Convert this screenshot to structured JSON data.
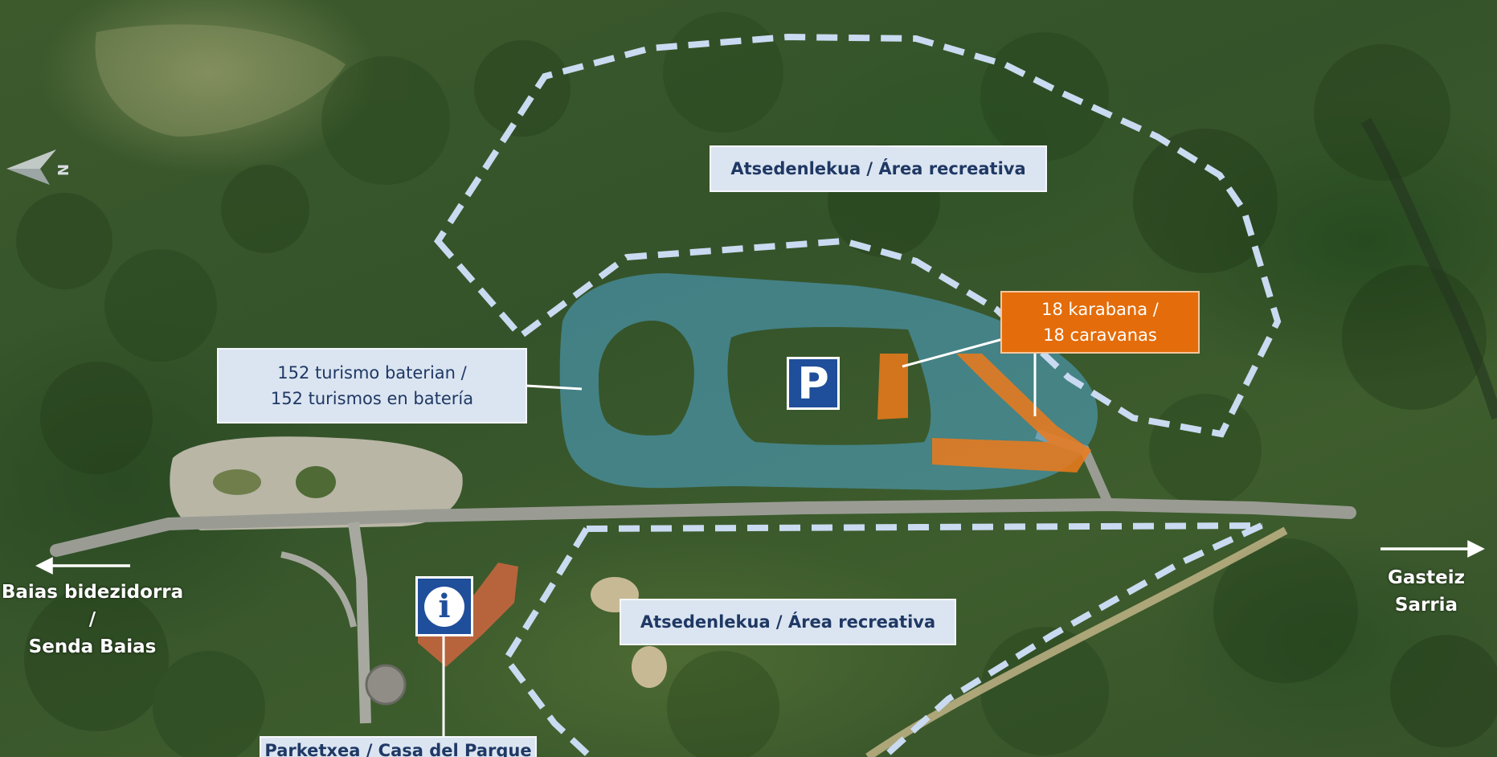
{
  "labels": {
    "rest_area_top": "Atsedenlekua / Área recreativa",
    "rest_area_bottom": "Atsedenlekua / Área recreativa",
    "cars": {
      "line1": "152 turismo baterian /",
      "line2": "152 turismos en batería"
    },
    "caravans": {
      "line1": "18 karabana /",
      "line2": "18 caravanas"
    },
    "park_house": "Parketxea / Casa del Parque"
  },
  "signs": {
    "parking": "P",
    "info": "i"
  },
  "directions": {
    "west": {
      "line1": "Baias bidezidorra /",
      "line2": "Senda Baias"
    },
    "east": {
      "line1": "Gasteiz",
      "line2": "Sarria"
    }
  },
  "compass": {
    "letter": "N"
  },
  "colors": {
    "dashed_boundary": "#c9daf1",
    "parking_zone": "#5aa7c9",
    "caravan_zone": "#e8781a",
    "sign_blue": "#1f4e9a",
    "label_fill": "#dbe5f1",
    "label_text": "#1f3864",
    "caravan_label": "#e46c0a"
  },
  "icons": [
    "parking-sign-icon",
    "info-sign-icon",
    "north-arrow-icon",
    "arrow-left-icon",
    "arrow-right-icon"
  ]
}
